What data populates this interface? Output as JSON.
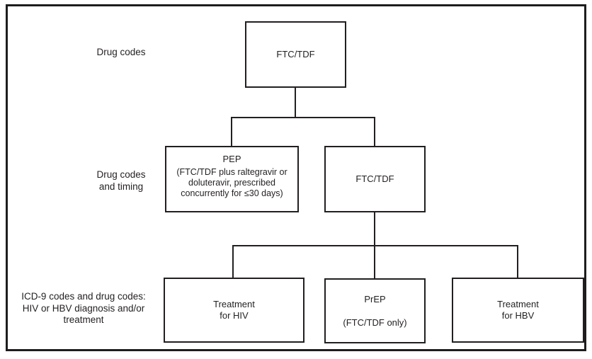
{
  "figure": {
    "row_labels": [
      {
        "text": "Drug codes"
      },
      {
        "text": "Drug codes\nand timing"
      },
      {
        "text": "ICD-9 codes and drug codes:\nHIV or HBV diagnosis and/or\ntreatment"
      }
    ],
    "nodes": {
      "root": {
        "title": "FTC/TDF"
      },
      "pep": {
        "title": "PEP",
        "detail": "(FTC/TDF plus raltegravir or\ndoluteravir, prescribed\nconcurrently for ≤30 days)"
      },
      "mid_ftc_tdf": {
        "title": "FTC/TDF"
      },
      "treatment_hiv": {
        "title": "Treatment\nfor HIV"
      },
      "prep": {
        "title": "PrEP",
        "detail": "(FTC/TDF only)"
      },
      "treatment_hbv": {
        "title": "Treatment\nfor HBV"
      }
    },
    "colors": {
      "line": "#231f20",
      "text": "#231f20",
      "background": "#ffffff"
    }
  }
}
